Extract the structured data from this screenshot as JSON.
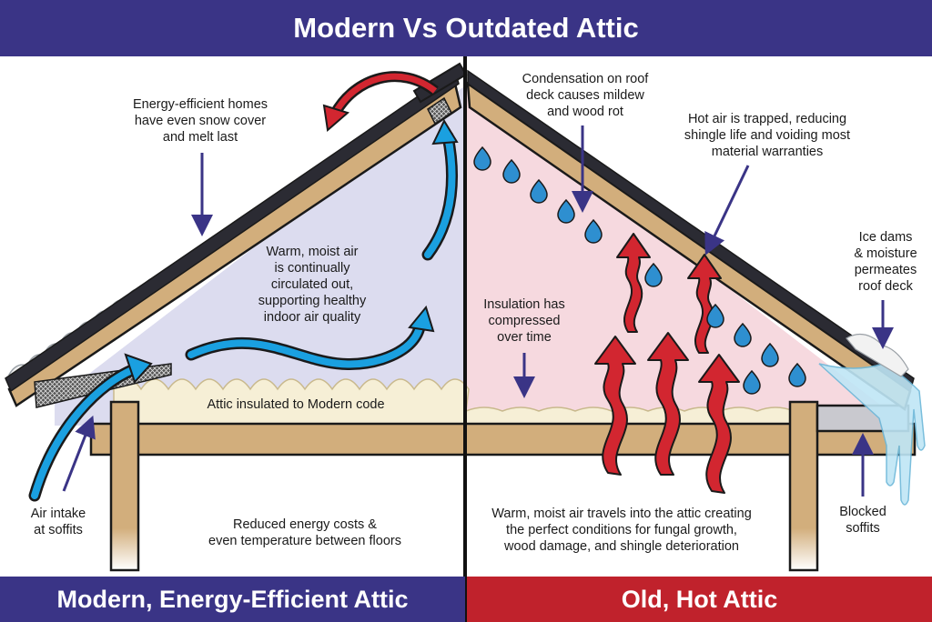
{
  "title": "Modern Vs Outdated Attic",
  "left_footer": "Modern, Energy-Efficient Attic",
  "right_footer": "Old, Hot Attic",
  "labels": {
    "snow_cover": "Energy-efficient homes\nhave even snow cover\nand melt last",
    "warm_air_circulated": "Warm, moist air\nis continually\ncirculated out,\nsupporting healthy\nindoor air quality",
    "insulated_modern": "Attic insulated to Modern code",
    "air_intake": "Air intake\nat soffits",
    "reduced_costs": "Reduced energy costs &\neven temperature between floors",
    "condensation": "Condensation on roof\ndeck causes mildew\nand wood rot",
    "hot_air_trapped": "Hot air is trapped, reducing\nshingle life and voiding most\nmaterial warranties",
    "ice_dams": "Ice dams\n& moisture\npermeates\nroof deck",
    "insulation_compressed": "Insulation has\ncompressed\nover time",
    "warm_air_travels": "Warm, moist air travels into the attic creating\nthe perfect conditions for fungal growth,\nwood damage, and shingle deterioration",
    "blocked_soffits": "Blocked\nsoffits"
  },
  "colors": {
    "navy": "#3a3486",
    "red": "#c0222c",
    "wood": "#d2ae7c",
    "modern_fill": "#dcdcef",
    "old_fill": "#f6d9df",
    "insulation": "#f6efd6",
    "airflow_blue": "#1aa0e0",
    "heat_red": "#d22630",
    "water_blue": "#2e8fd0"
  }
}
